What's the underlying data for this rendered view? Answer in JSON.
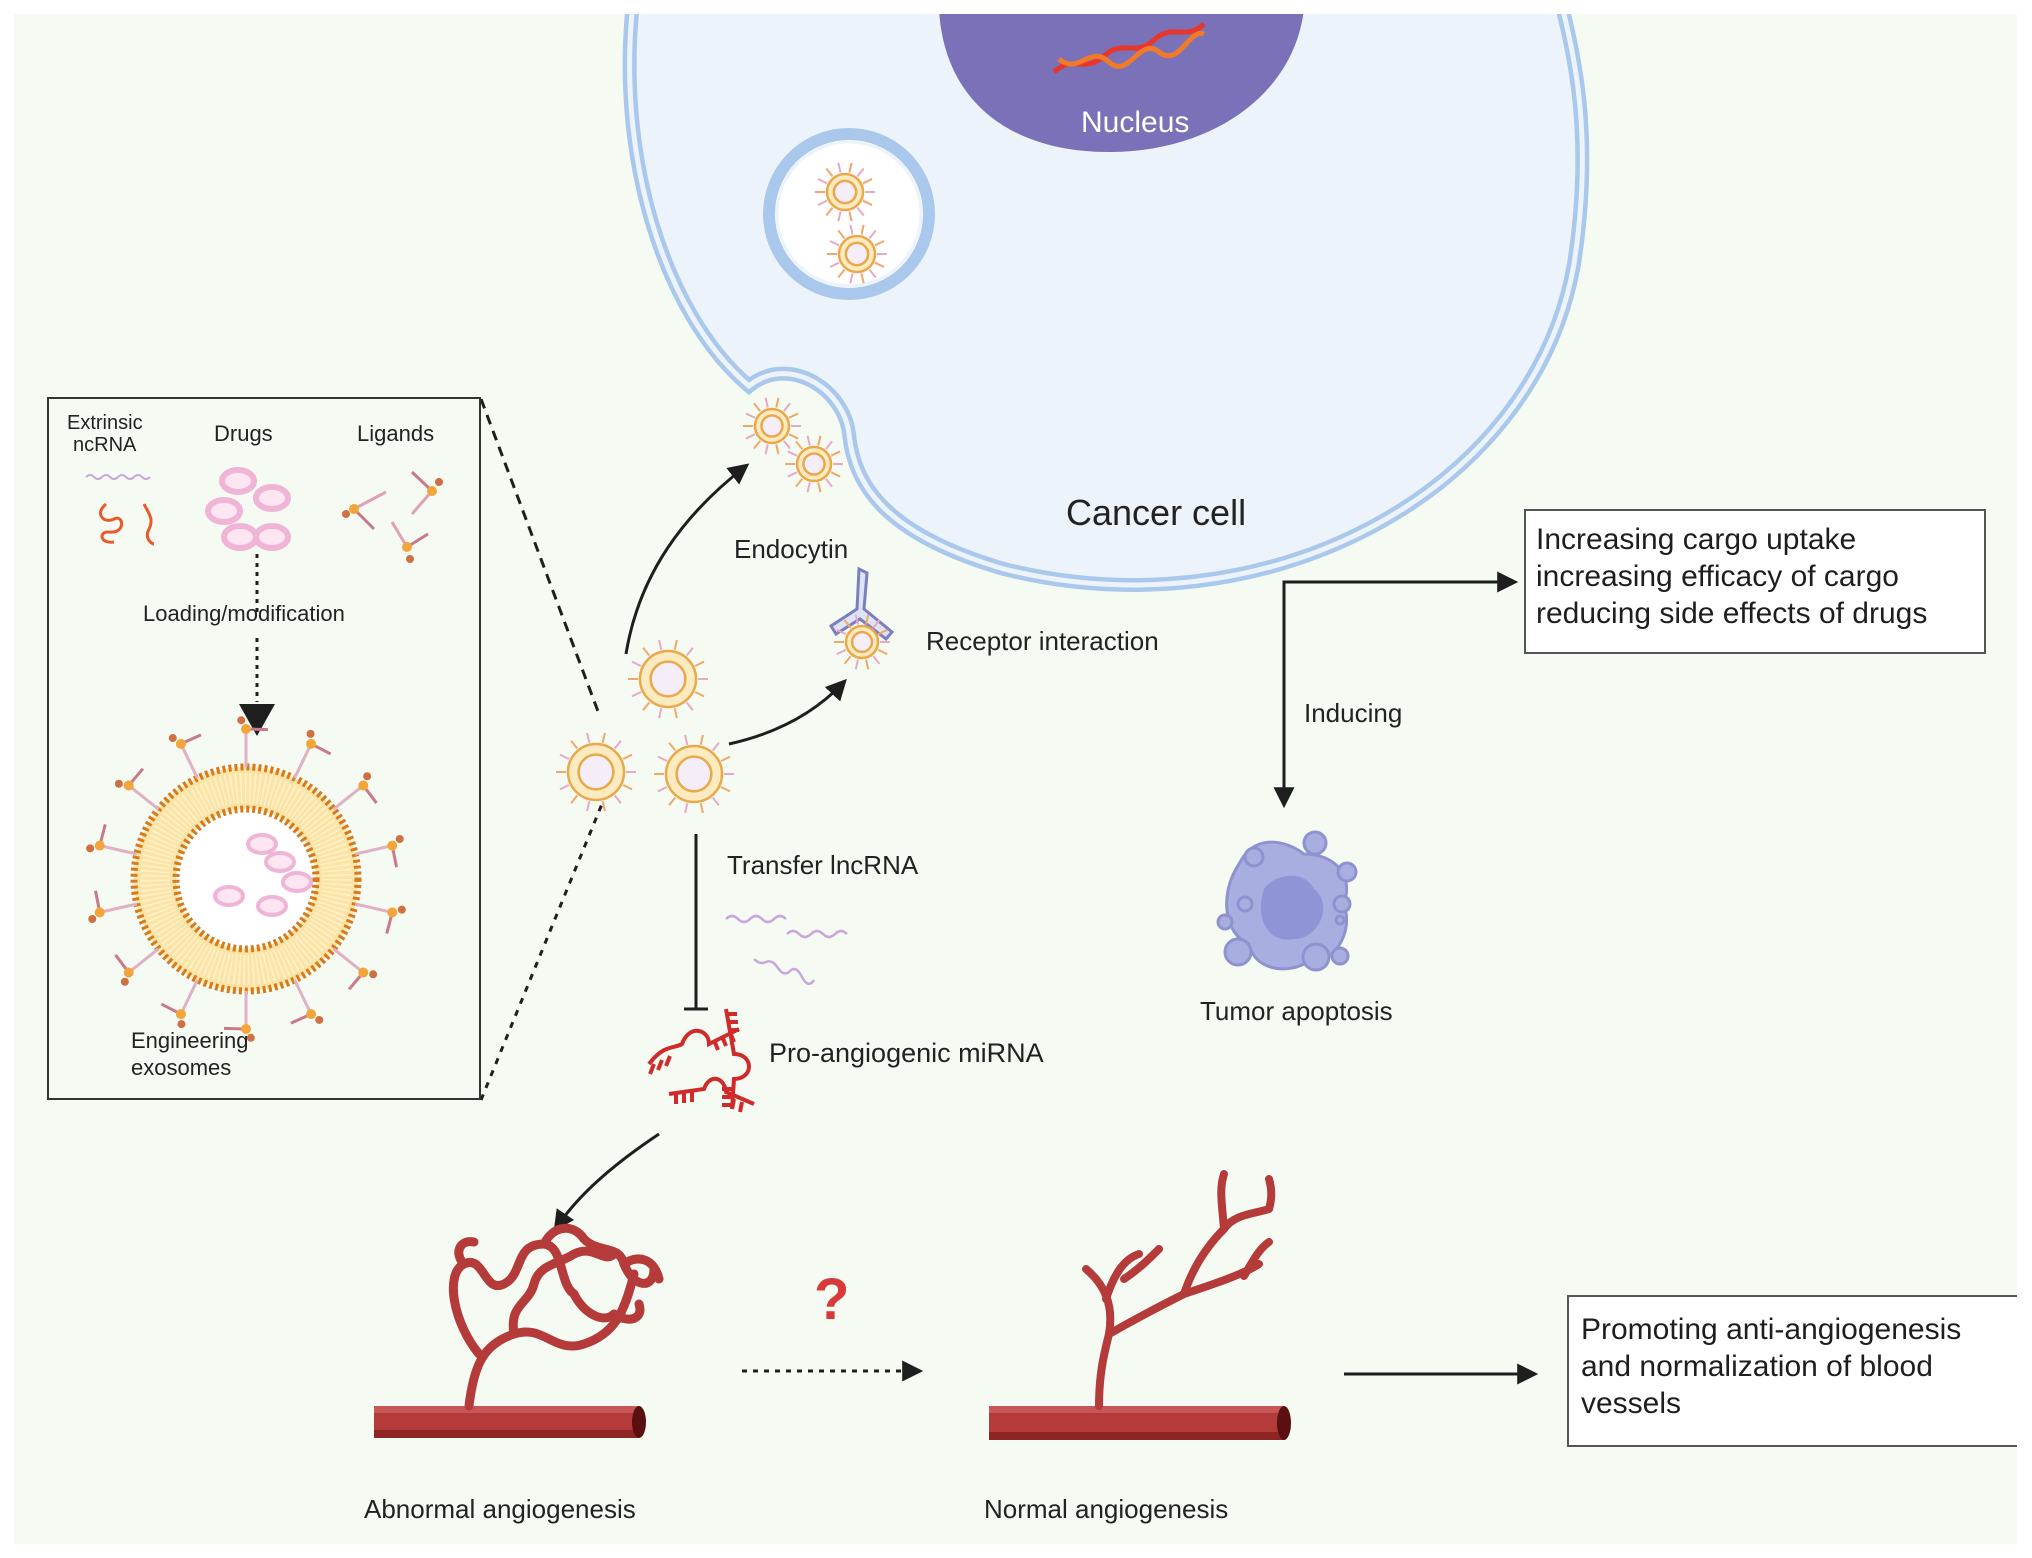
{
  "figure": {
    "cell": {
      "nucleus_label": "Nucleus",
      "cell_label": "Cancer cell"
    },
    "inset": {
      "labels": {
        "ncrna": [
          "Extrinsic",
          "ncRNA"
        ],
        "drugs": "Drugs",
        "ligands": "Ligands",
        "loading": "Loading/modification",
        "engineering": [
          "Engineering",
          "exosomes"
        ]
      }
    },
    "pathway": {
      "endocytin": "Endocytin",
      "receptor": "Receptor interaction",
      "transfer": "Transfer lncRNA",
      "mirna": "Pro-angiogenic miRNA",
      "inducing": "Inducing",
      "apoptosis": "Tumor apoptosis",
      "abnormal": "Abnormal angiogenesis",
      "normal": "Normal angiogenesis",
      "question_mark": "?"
    },
    "outcome_boxes": {
      "uptake": [
        "Increasing cargo uptake",
        "increasing efficacy of cargo",
        "reducing side effects of drugs"
      ],
      "angiogenesis": [
        "Promoting anti-angiogenesis",
        "and normalization of blood",
        "vessels"
      ]
    },
    "colors": {
      "background": "#f5fbf3",
      "cell_fill": "#edf3fb",
      "membrane": "#a9c8ec",
      "nucleus": "#7a71b8",
      "exosome_ring": "#f2c060",
      "exosome_fill": "#fdebc0",
      "vessel": "#b53a3a",
      "vessel_dark": "#8e2525",
      "mirna": "#d02a2a",
      "apoptotic_cell": "#a9aee0",
      "question": "#d83a3a"
    }
  }
}
